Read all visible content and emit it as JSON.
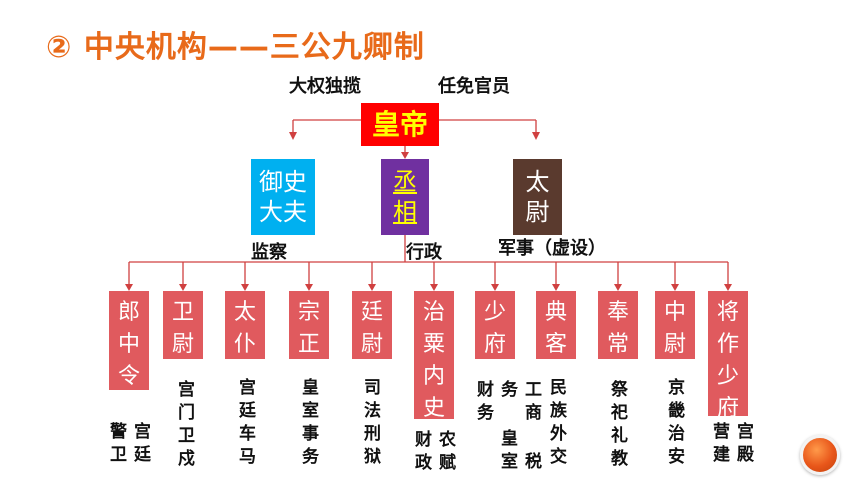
{
  "title": "② 中央机构——三公九卿制",
  "captions": {
    "power": "大权独揽",
    "appoint": "任免官员",
    "supervise": "监察",
    "admin": "行政",
    "military": "军事（虚设）"
  },
  "emperor": "皇帝",
  "three_dukes": {
    "yushi": [
      "御史",
      "大夫"
    ],
    "cheng": [
      "丞",
      "相"
    ],
    "taiwei": [
      "太",
      "尉"
    ]
  },
  "nine_ministers": [
    {
      "name": [
        "郎",
        "中",
        "令"
      ],
      "duty": [
        "宫廷",
        "警卫"
      ]
    },
    {
      "name": [
        "卫",
        "尉"
      ],
      "duty": [
        "宫门卫戍"
      ]
    },
    {
      "name": [
        "太",
        "仆"
      ],
      "duty": [
        "宫廷车马"
      ]
    },
    {
      "name": [
        "宗",
        "正"
      ],
      "duty": [
        "皇室事务"
      ]
    },
    {
      "name": [
        "廷",
        "尉"
      ],
      "duty": [
        "司法刑狱"
      ]
    },
    {
      "name": [
        "治",
        "粟",
        "内",
        "史"
      ],
      "duty": [
        "农赋",
        "财政"
      ]
    },
    {
      "name": [
        "少",
        "府"
      ],
      "duty": [
        "工商",
        "税务",
        "皇室",
        "财务"
      ]
    },
    {
      "name": [
        "典",
        "客"
      ],
      "duty": [
        "民族外交"
      ]
    },
    {
      "name": [
        "奉",
        "常"
      ],
      "duty": [
        "祭祀礼教"
      ]
    },
    {
      "name": [
        "中",
        "尉"
      ],
      "duty": [
        "京畿治安"
      ]
    },
    {
      "name": [
        "将",
        "作",
        "少",
        "府"
      ],
      "duty": [
        "宫殿",
        "营建"
      ]
    }
  ],
  "colors": {
    "title": "#e86a1a",
    "emperor_bg": "#ff0000",
    "emperor_text": "#ffff00",
    "yushi_bg": "#00b0f0",
    "cheng_bg": "#7030a0",
    "taiwei_bg": "#5a3a2e",
    "minister_bg": "#e05a5e",
    "line": "#d04040"
  },
  "icons": {
    "nav": "orange-circle-button"
  }
}
